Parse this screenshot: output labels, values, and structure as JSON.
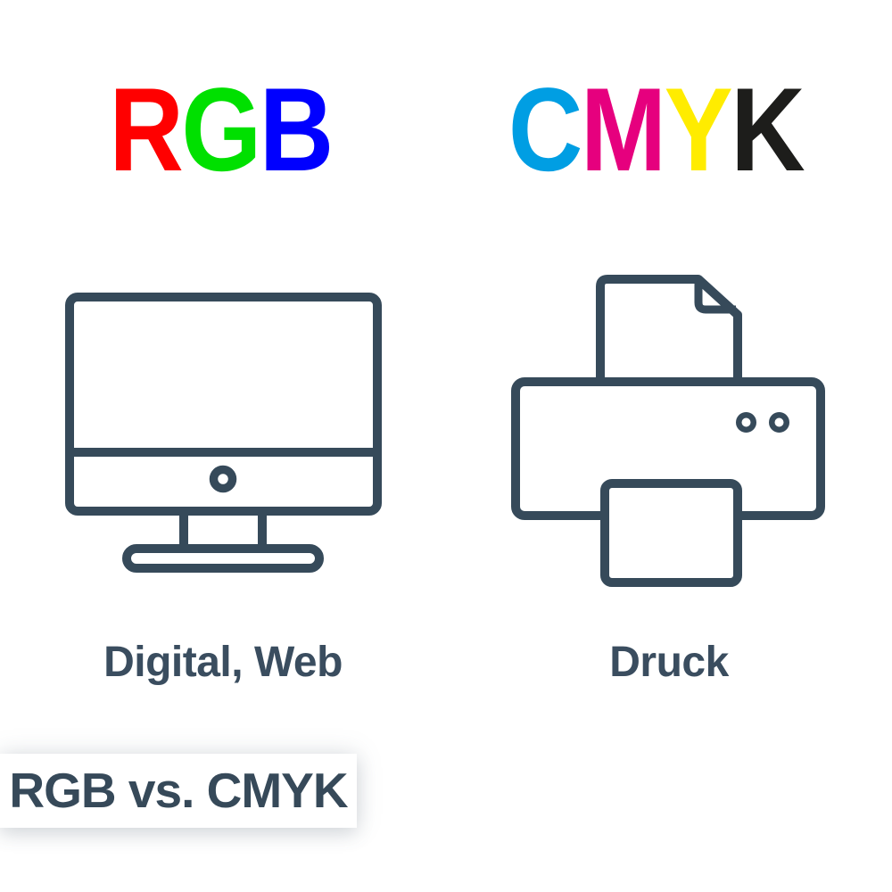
{
  "page": {
    "background_color": "#ffffff"
  },
  "header": {
    "rgb_title": {
      "label": "RGB",
      "letters": [
        {
          "char": "R",
          "color": "#ff0000",
          "name": "red"
        },
        {
          "char": "G",
          "color": "#00e000",
          "name": "green"
        },
        {
          "char": "B",
          "color": "#0000ff",
          "name": "blue"
        }
      ]
    },
    "cmyk_title": {
      "label": "CMYK",
      "letters": [
        {
          "char": "C",
          "color": "#009ee3",
          "name": "cyan"
        },
        {
          "char": "M",
          "color": "#e6007e",
          "name": "magenta"
        },
        {
          "char": "Y",
          "color": "#ffec00",
          "name": "yellow"
        },
        {
          "char": "K",
          "color": "#1d1d1b",
          "name": "black"
        }
      ]
    }
  },
  "columns": {
    "rgb": {
      "icon": "monitor-icon",
      "label": "Digital, Web"
    },
    "cmyk": {
      "icon": "printer-icon",
      "label": "Druck"
    }
  },
  "caption": {
    "text": "RGB vs. CMYK"
  },
  "colors": {
    "icon_stroke": "#364a5a",
    "label_text": "#3a4d5f",
    "caption_text": "#364959",
    "caption_background": "#ffffff"
  }
}
